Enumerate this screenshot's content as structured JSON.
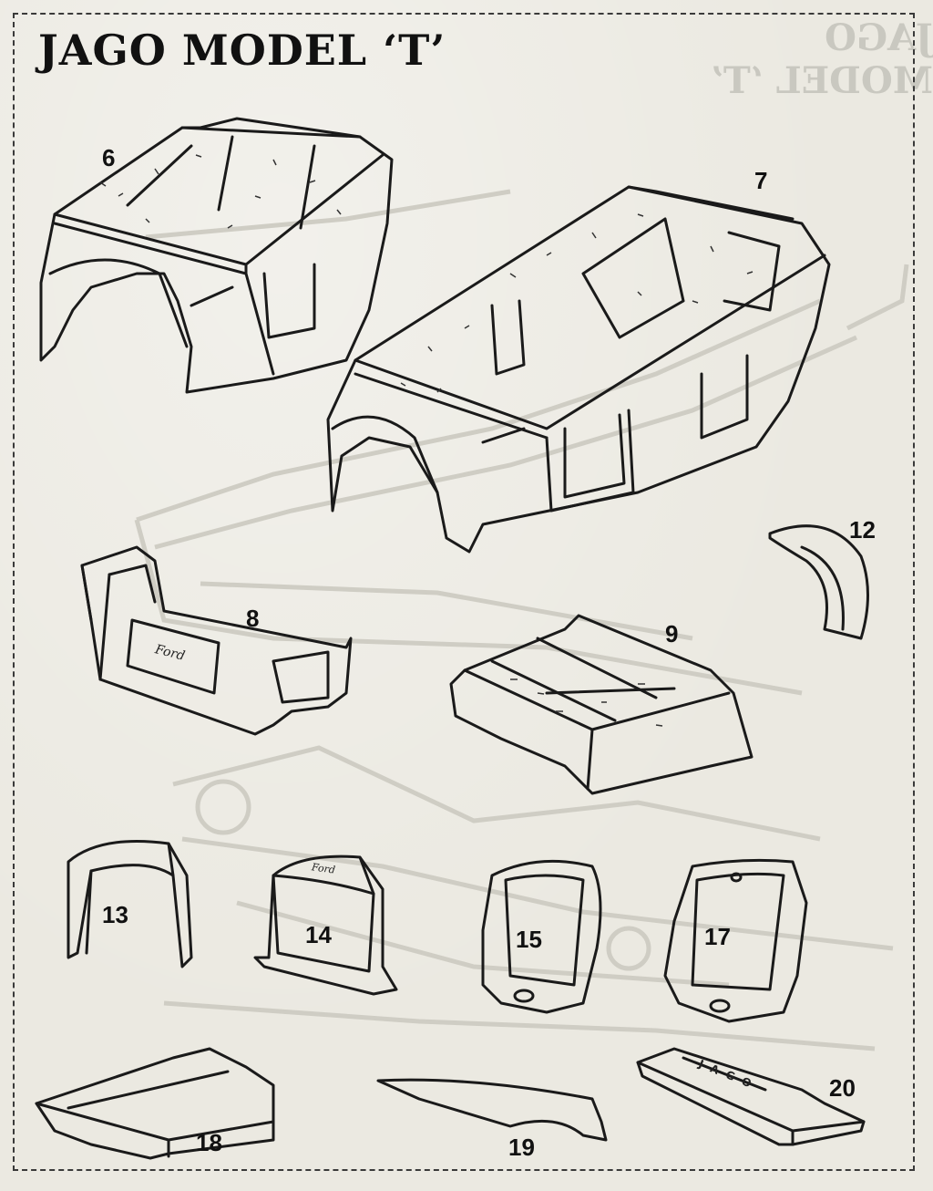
{
  "title": "JAGO MODEL ‘T’",
  "ghost_title": "JAGO MODEL ‘T’",
  "parts": [
    {
      "id": "part-6",
      "number": "6"
    },
    {
      "id": "part-7",
      "number": "7"
    },
    {
      "id": "part-8",
      "number": "8"
    },
    {
      "id": "part-9",
      "number": "9"
    },
    {
      "id": "part-12",
      "number": "12"
    },
    {
      "id": "part-13",
      "number": "13"
    },
    {
      "id": "part-14",
      "number": "14"
    },
    {
      "id": "part-15",
      "number": "15"
    },
    {
      "id": "part-17",
      "number": "17"
    },
    {
      "id": "part-18",
      "number": "18"
    },
    {
      "id": "part-19",
      "number": "19"
    },
    {
      "id": "part-20",
      "number": "20"
    }
  ],
  "embossed": {
    "ford_script": "Ford",
    "jago_badge": "JAGO"
  }
}
